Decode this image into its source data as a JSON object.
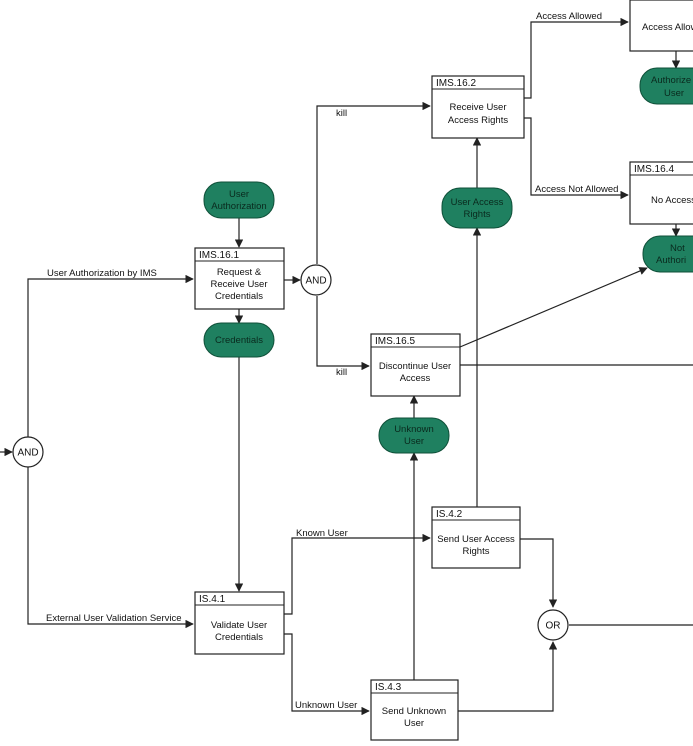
{
  "functions": {
    "f_16_1": {
      "id": "IMS.16.1",
      "lines": [
        "Request &",
        "Receive User",
        "Credentials"
      ]
    },
    "f_16_2": {
      "id": "IMS.16.2",
      "lines": [
        "Receive User",
        "Access Rights"
      ]
    },
    "f_16_3": {
      "id": "",
      "lines": [
        "Access Allow"
      ]
    },
    "f_16_4": {
      "id": "IMS.16.4",
      "lines": [
        "No Access"
      ]
    },
    "f_16_5": {
      "id": "IMS.16.5",
      "lines": [
        "Discontinue User",
        "Access"
      ]
    },
    "f_4_1": {
      "id": "IS.4.1",
      "lines": [
        "Validate User",
        "Credentials"
      ]
    },
    "f_4_2": {
      "id": "IS.4.2",
      "lines": [
        "Send User Access",
        "Rights"
      ]
    },
    "f_4_3": {
      "id": "IS.4.3",
      "lines": [
        "Send Unknown",
        "User"
      ]
    }
  },
  "events": {
    "user_authorization": [
      "User",
      "Authorization"
    ],
    "credentials": [
      "Credentials"
    ],
    "user_access_rights": [
      "User Access",
      "Rights"
    ],
    "unknown_user": [
      "Unknown",
      "User"
    ],
    "authorized_user": [
      "Authorize",
      "User"
    ],
    "not_authorized": [
      "Not",
      "Authori"
    ]
  },
  "gates": {
    "and_left": "AND",
    "and_mid": "AND",
    "or_bottom": "OR"
  },
  "edge_labels": {
    "user_auth_ims": "User Authorization by IMS",
    "external_validation": "External User Validation Service",
    "xor_top": "kill",
    "xor_bottom": "kill",
    "access_allowed": "Access Allowed",
    "access_not_allowed": "Access Not Allowed",
    "known_user": "Known User",
    "unknown_user": "Unknown User"
  }
}
